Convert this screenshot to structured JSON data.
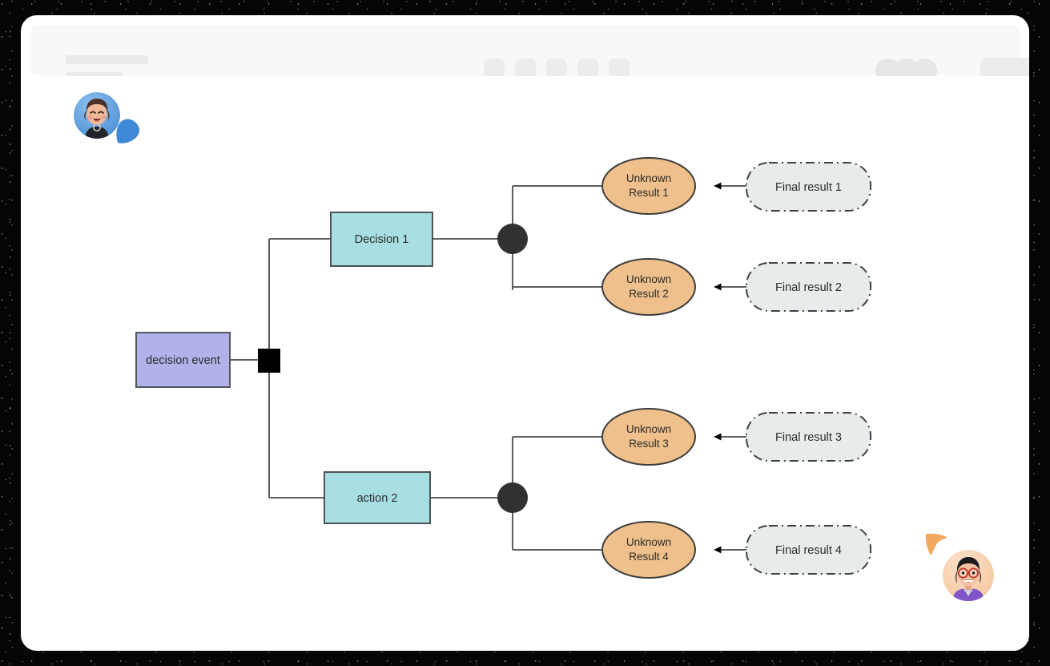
{
  "window": {
    "title_placeholders": [
      "",
      ""
    ],
    "toolbar": {
      "tool_chips": [
        "tool-1",
        "tool-2",
        "tool-3",
        "tool-4",
        "tool-5"
      ],
      "avatar_stack": [
        "collaborator-a",
        "collaborator-b",
        "collaborator-c"
      ],
      "share_button_label": ""
    }
  },
  "colors": {
    "backdrop": "#050505",
    "card": "#ffffff",
    "toolbar": "#f8f8f9",
    "placeholder": "#eaeaec",
    "chip": "#ececee",
    "decision_event_fill": "#b2b2ea",
    "decision_event_stroke": "#56565c",
    "action_fill": "#a8dfe2",
    "action_stroke": "#4a5356",
    "unknown_fill": "#efc08b",
    "unknown_stroke": "#3d3d3d",
    "final_fill": "#e7ebec",
    "final_stroke": "#3d4143",
    "node_dark": "#2f3133",
    "edge": "#5a5f61",
    "text": "#2b2b2b",
    "cursor_blue": "#3f88d6",
    "cursor_orange": "#f2a85e"
  },
  "diagram": {
    "type": "activity-flow",
    "start_node": {
      "id": "decision-event",
      "label": "decision event",
      "shape": "rectangle",
      "fill": "#b2b2ea"
    },
    "fork_node": {
      "id": "fork-bar",
      "label": "",
      "shape": "fork-square",
      "fill": "#000000"
    },
    "branches": [
      {
        "id": "branch-upper",
        "action": {
          "id": "decision-1",
          "label": "Decision 1",
          "shape": "rectangle",
          "fill": "#a8dfe2"
        },
        "merge": {
          "id": "merge-1",
          "shape": "circle",
          "fill": "#2f3133"
        },
        "outcomes": [
          {
            "unknown": {
              "id": "unknown-result-1",
              "label_line_1": "Unknown",
              "label_line_2": "Result 1",
              "shape": "ellipse",
              "fill": "#efc08b"
            },
            "final": {
              "id": "final-result-1",
              "label": "Final result 1",
              "shape": "rounded-dashdot",
              "fill": "#e7ebec"
            }
          },
          {
            "unknown": {
              "id": "unknown-result-2",
              "label_line_1": "Unknown",
              "label_line_2": "Result 2",
              "shape": "ellipse",
              "fill": "#efc08b"
            },
            "final": {
              "id": "final-result-2",
              "label": "Final result 2",
              "shape": "rounded-dashdot",
              "fill": "#e7ebec"
            }
          }
        ]
      },
      {
        "id": "branch-lower",
        "action": {
          "id": "action-2",
          "label": "action 2",
          "shape": "rectangle",
          "fill": "#a8dfe2"
        },
        "merge": {
          "id": "merge-2",
          "shape": "circle",
          "fill": "#2f3133"
        },
        "outcomes": [
          {
            "unknown": {
              "id": "unknown-result-3",
              "label_line_1": "Unknown",
              "label_line_2": "Result 3",
              "shape": "ellipse",
              "fill": "#efc08b"
            },
            "final": {
              "id": "final-result-3",
              "label": "Final result 3",
              "shape": "rounded-dashdot",
              "fill": "#e7ebec"
            }
          },
          {
            "unknown": {
              "id": "unknown-result-4",
              "label_line_1": "Unknown",
              "label_line_2": "Result 4",
              "shape": "ellipse",
              "fill": "#efc08b"
            },
            "final": {
              "id": "final-result-4",
              "label": "Final result 4",
              "shape": "rounded-dashdot",
              "fill": "#e7ebec"
            }
          }
        ]
      }
    ]
  },
  "cursors": [
    {
      "id": "cursor-blue",
      "color": "#3f88d6",
      "avatar": "avatar-female-blue",
      "label": ""
    },
    {
      "id": "cursor-orange",
      "color": "#f2a85e",
      "avatar": "avatar-glasses-purple",
      "label": ""
    }
  ]
}
